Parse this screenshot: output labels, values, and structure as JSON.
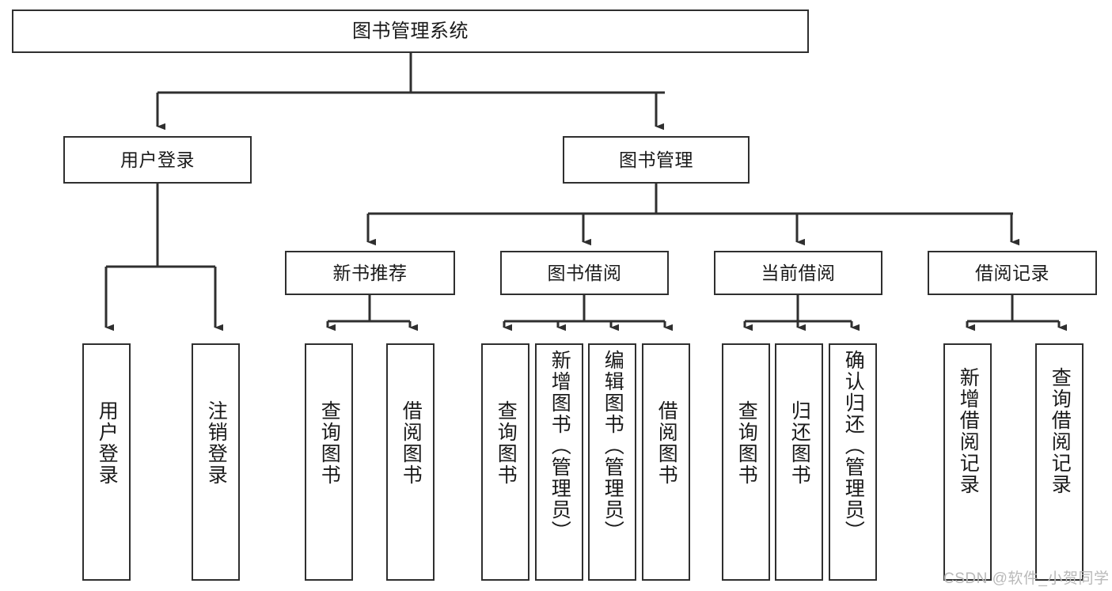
{
  "diagram": {
    "title": "图书管理系统",
    "type": "hierarchy-tree",
    "levels": 4,
    "nodes": {
      "root": {
        "label": "图书管理系统",
        "level": 1
      },
      "l2": [
        {
          "id": "user-login",
          "label": "用户登录",
          "level": 2
        },
        {
          "id": "book-manage",
          "label": "图书管理",
          "level": 2
        }
      ],
      "l3": [
        {
          "id": "new-book-rec",
          "label": "新书推荐",
          "level": 3,
          "parent": "book-manage"
        },
        {
          "id": "book-borrow",
          "label": "图书借阅",
          "level": 3,
          "parent": "book-manage"
        },
        {
          "id": "current-borrow",
          "label": "当前借阅",
          "level": 3,
          "parent": "book-manage"
        },
        {
          "id": "borrow-record",
          "label": "借阅记录",
          "level": 3,
          "parent": "book-manage"
        }
      ],
      "leaves": [
        {
          "id": "leaf-user-login",
          "label": "用户登录",
          "parent": "user-login"
        },
        {
          "id": "leaf-logout",
          "label": "注销登录",
          "parent": "user-login"
        },
        {
          "id": "leaf-query-book-1",
          "label": "查询图书",
          "parent": "new-book-rec"
        },
        {
          "id": "leaf-borrow-book-1",
          "label": "借阅图书",
          "parent": "new-book-rec"
        },
        {
          "id": "leaf-query-book-2",
          "label": "查询图书",
          "parent": "book-borrow"
        },
        {
          "id": "leaf-add-book",
          "label": "新增图书（管理员）",
          "parent": "book-borrow"
        },
        {
          "id": "leaf-edit-book",
          "label": "编辑图书（管理员）",
          "parent": "book-borrow"
        },
        {
          "id": "leaf-borrow-book-2",
          "label": "借阅图书",
          "parent": "book-borrow"
        },
        {
          "id": "leaf-query-book-3",
          "label": "查询图书",
          "parent": "current-borrow"
        },
        {
          "id": "leaf-return-book",
          "label": "归还图书",
          "parent": "current-borrow"
        },
        {
          "id": "leaf-confirm-return",
          "label": "确认归还（管理员）",
          "parent": "current-borrow"
        },
        {
          "id": "leaf-add-record",
          "label": "新增借阅记录",
          "parent": "borrow-record"
        },
        {
          "id": "leaf-query-record",
          "label": "查询借阅记录",
          "parent": "borrow-record"
        }
      ]
    },
    "colors": {
      "stroke": "#2f2f2f",
      "fill": "#ffffff",
      "text": "#1a1a1a",
      "watermark": "#b9b9b9"
    }
  },
  "watermark": {
    "text": "CSDN @软件_小贺同学"
  }
}
